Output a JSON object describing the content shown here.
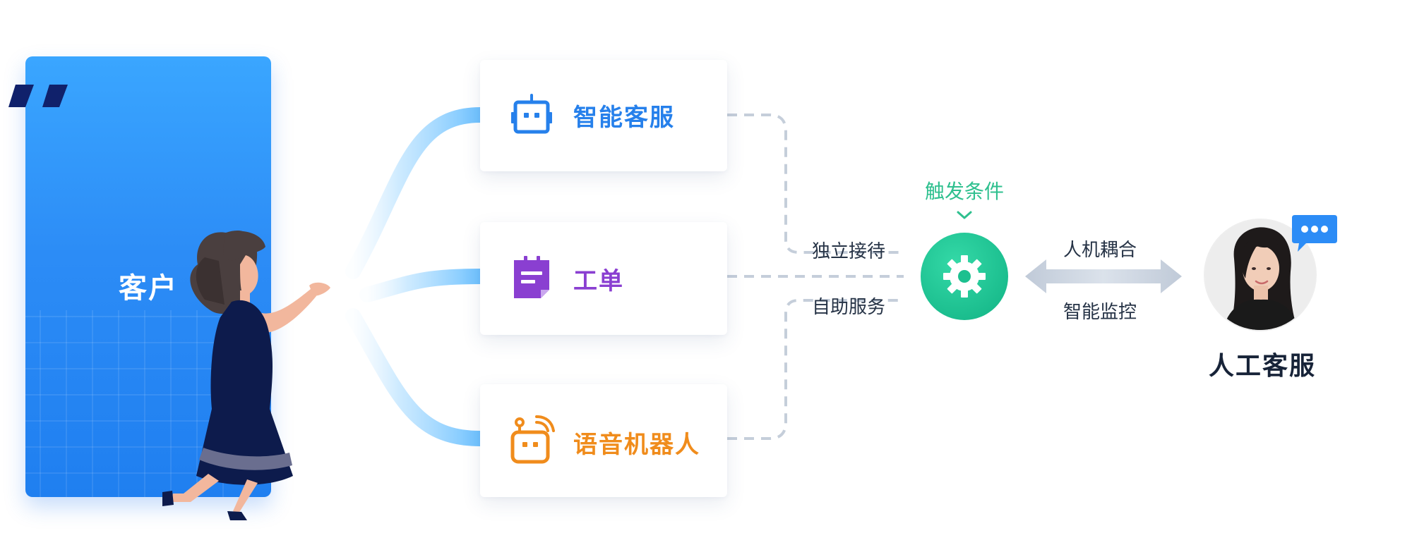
{
  "customer": {
    "label": "客户"
  },
  "channels": [
    {
      "label": "智能客服",
      "icon": "robot-icon",
      "color": "#2680eb"
    },
    {
      "label": "工单",
      "icon": "ticket-icon",
      "color": "#8a3fd1"
    },
    {
      "label": "语音机器人",
      "icon": "voice-robot-icon",
      "color": "#f08c1c"
    }
  ],
  "flows": {
    "independent": "独立接待",
    "self_service": "自助服务"
  },
  "trigger": {
    "label": "触发条件",
    "icon": "gear-icon",
    "color": "#2fc08f"
  },
  "coupling": {
    "top_label": "人机耦合",
    "bottom_label": "智能监控"
  },
  "agent": {
    "label": "人工客服",
    "icon": "chat-bubble-icon"
  },
  "colors": {
    "primary_blue": "#2c8cf6",
    "connector_gray": "#c5ceda"
  }
}
